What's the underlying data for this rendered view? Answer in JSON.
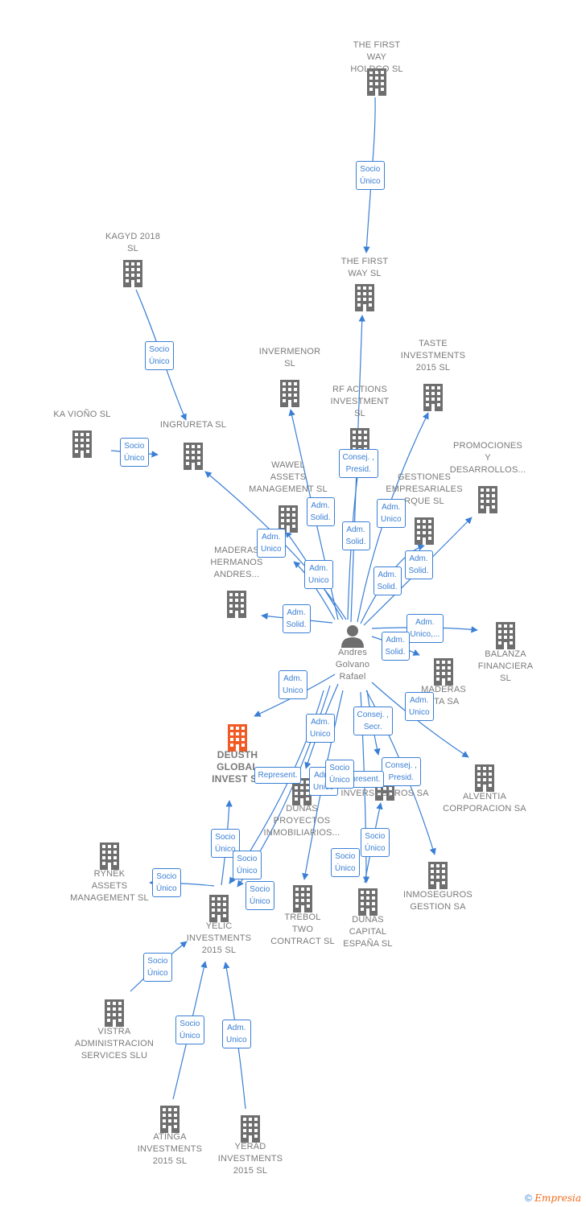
{
  "colors": {
    "edge": "#3a7fd5",
    "building": "#6e6e6e",
    "highlight": "#f15a24",
    "person": "#6e6e6e"
  },
  "nodes": [
    {
      "id": "first_way_holdco",
      "label": "THE FIRST\nWAY\nHOLDCO  SL",
      "icon": "building-icon"
    },
    {
      "id": "first_way",
      "label": "THE FIRST\nWAY  SL",
      "icon": "building-icon"
    },
    {
      "id": "kagyd",
      "label": "KAGYD 2018\nSL",
      "icon": "building-icon"
    },
    {
      "id": "ingrureta",
      "label": "INGRURETA SL",
      "icon": "building-icon"
    },
    {
      "id": "ka_viono",
      "label": "KA VIOÑO  SL",
      "icon": "building-icon"
    },
    {
      "id": "invermenor",
      "label": "INVERMENOR\nSL",
      "icon": "building-icon"
    },
    {
      "id": "rf_actions",
      "label": "RF ACTIONS\nINVESTMENT\nSL",
      "icon": "building-icon"
    },
    {
      "id": "taste",
      "label": "TASTE\nINVESTMENTS\n2015  SL",
      "icon": "building-icon"
    },
    {
      "id": "promociones",
      "label": "PROMOCIONES\nY\nDESARROLLOS...",
      "icon": "building-icon"
    },
    {
      "id": "gestiones",
      "label": "GESTIONES\nEMPRESARIALES\nRQUE SL",
      "icon": "building-icon"
    },
    {
      "id": "wawel",
      "label": "WAWEL\nASSETS\nMANAGEMENT SL",
      "icon": "building-icon"
    },
    {
      "id": "maderas_hermanos",
      "label": "MADERAS\nHERMANOS\nANDRES...",
      "icon": "building-icon"
    },
    {
      "id": "balanza",
      "label": "BALANZA\nFINANCIERA\nSL",
      "icon": "building-icon"
    },
    {
      "id": "maderas_sa",
      "label": "MADERAS\nETA SA",
      "icon": "building-icon"
    },
    {
      "id": "alventia",
      "label": "ALVENTIA\nCORPORACION SA",
      "icon": "building-icon"
    },
    {
      "id": "deusth",
      "label": "DEUSTH\nGLOBAL\nINVEST  SL",
      "icon": "building-icon",
      "highlight": true
    },
    {
      "id": "dunas_proyectos",
      "label": "DUNAS\nPROYECTOS\nINMOBILIARIOS...",
      "icon": "building-icon"
    },
    {
      "id": "inverseguros",
      "label": "INVERSEGUROS SA",
      "icon": "building-icon"
    },
    {
      "id": "inmoseguros",
      "label": "INMOSEGUROS\nGESTION SA",
      "icon": "building-icon"
    },
    {
      "id": "rynek",
      "label": "RYNEK\nASSETS\nMANAGEMENT SL",
      "icon": "building-icon"
    },
    {
      "id": "trebol",
      "label": "TREBOL\nTWO\nCONTRACT SL",
      "icon": "building-icon"
    },
    {
      "id": "dunas_capital",
      "label": "DUNAS\nCAPITAL\nESPAÑA SL",
      "icon": "building-icon"
    },
    {
      "id": "yelic",
      "label": "YELIC\nINVESTMENTS\n2015  SL",
      "icon": "building-icon"
    },
    {
      "id": "vistra",
      "label": "VISTRA\nADMINISTRACION\nSERVICES SLU",
      "icon": "building-icon"
    },
    {
      "id": "atinga",
      "label": "ATINGA\nINVESTMENTS\n2015  SL",
      "icon": "building-icon"
    },
    {
      "id": "yerad",
      "label": "YERAD\nINVESTMENTS\n2015  SL",
      "icon": "building-icon"
    },
    {
      "id": "andres",
      "label": "Andres\nGolvano\nRafael",
      "icon": "person-icon"
    }
  ],
  "edge_labels": [
    "Socio\nÚnico",
    "Socio\nÚnico",
    "Socio\nÚnico",
    "Consej. ,\nPresid.",
    "Adm.\nSolid.",
    "Adm.\nSolid.",
    "Adm.\nUnico",
    "Adm.\nUnico",
    "Adm.\nUnico",
    "Adm.\nSolid.",
    "Adm.\nSolid.",
    "Adm.\nSolid.",
    "Adm.\nUnico,...",
    "Adm.\nSolid.",
    "Adm.\nUnico",
    "Adm.\nUnico",
    "Adm.\nUnico",
    "Consej. ,\nSecr.",
    "Consej. ,\nPresid.",
    "Represent.",
    "Adm.\nUnico",
    "Represent.",
    "Socio\nÚnico",
    "Socio\nÚnico",
    "Socio\nÚnico",
    "Socio\nÚnico",
    "Socio\nÚnico",
    "Socio\nÚnico",
    "Socio\nÚnico",
    "Socio\nÚnico",
    "Adm.\nUnico",
    "Socio\nÚnico"
  ],
  "footer": {
    "copyright": "©",
    "brand": "Empresia"
  }
}
